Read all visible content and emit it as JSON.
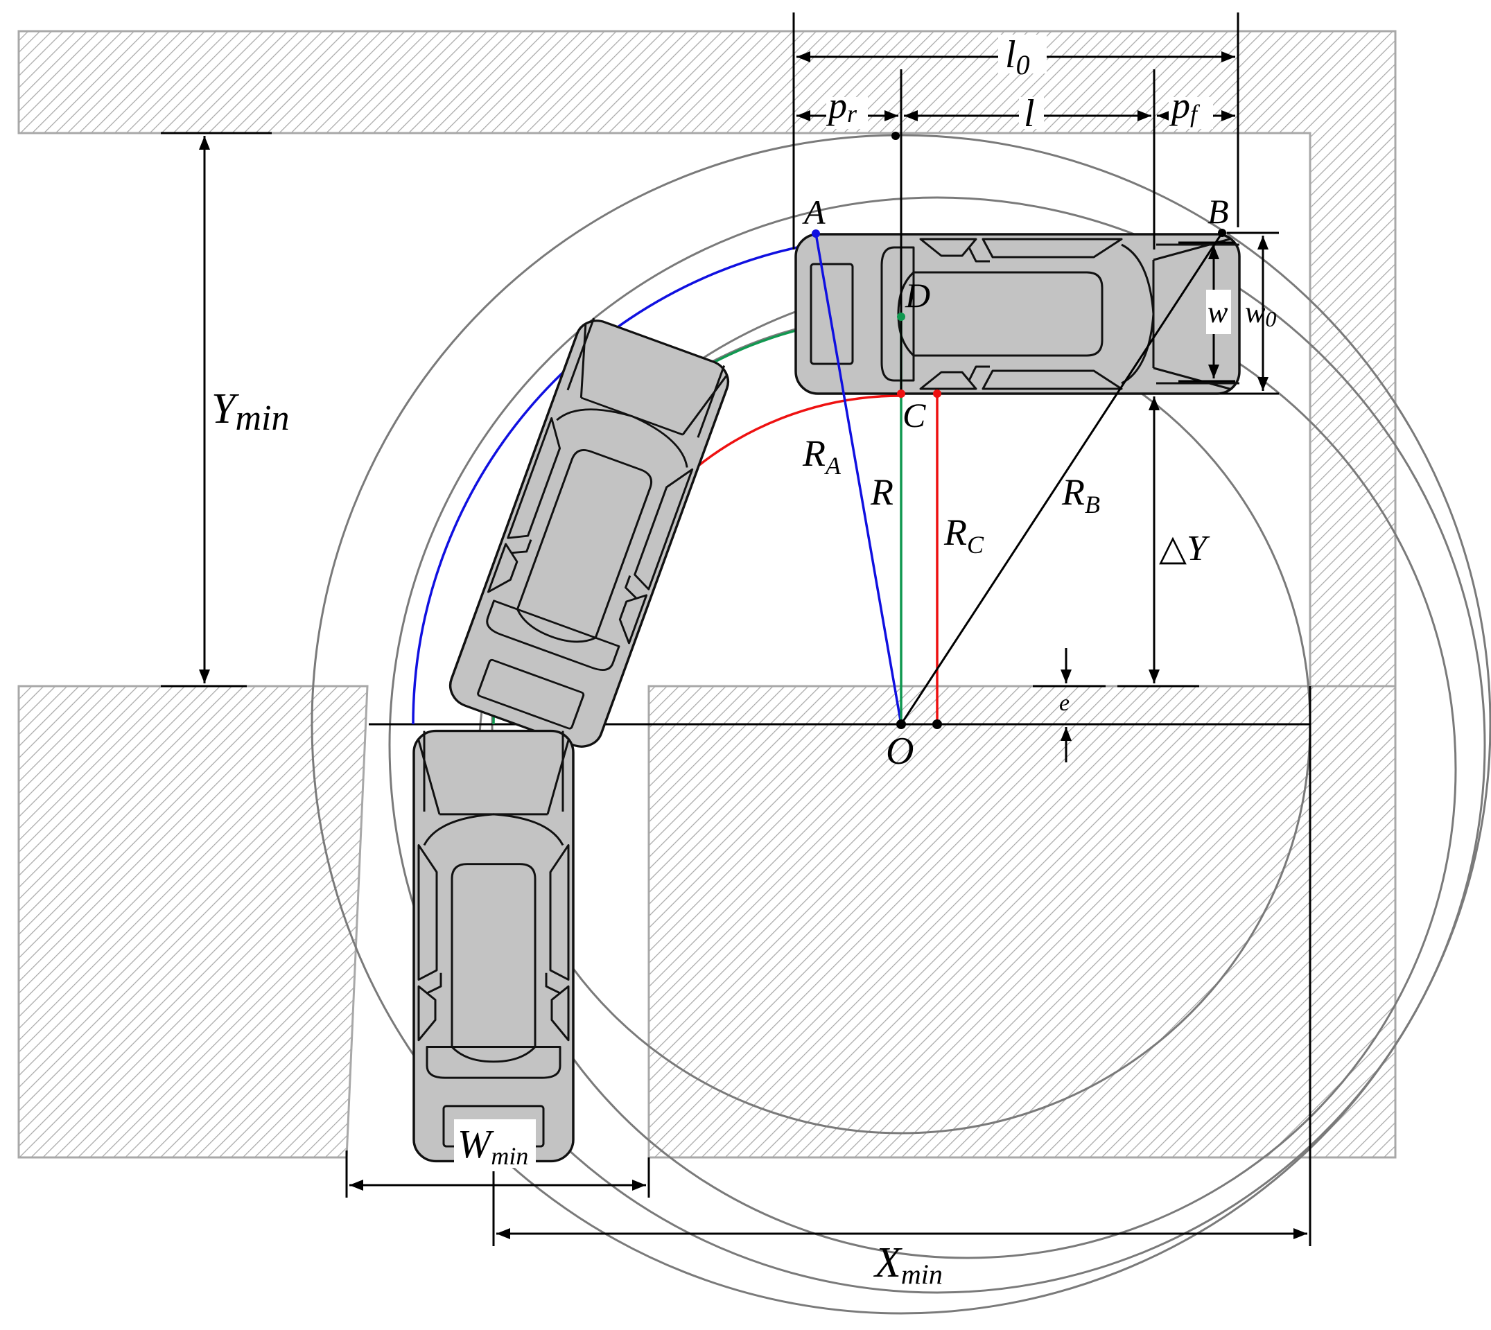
{
  "colors": {
    "radius_A": "#1010e0",
    "radius_D": "#109850",
    "radius_C": "#ee1111",
    "radius_B": "#000000",
    "car_fill": "#c3c3c3",
    "guide_circle": "#7a7a7a",
    "wall_hatch": "#a8a8a8"
  },
  "labels": {
    "l0": "l",
    "l0_sub": "0",
    "pr": "p",
    "pr_sub": "r",
    "l": "l",
    "pf": "p",
    "pf_sub": "f",
    "A": "A",
    "B": "B",
    "C": "C",
    "D": "D",
    "O": "O",
    "w": "w",
    "w0": "w",
    "w0_sub": "0",
    "RA": "R",
    "RA_sub": "A",
    "R": "R",
    "RC": "R",
    "RC_sub": "C",
    "RB": "R",
    "RB_sub": "B",
    "dY": "△Y",
    "e": "e",
    "Ymin": "Y",
    "Ymin_sub": "min",
    "Xmin": "X",
    "Xmin_sub": "min",
    "Wmin": "W",
    "Wmin_sub": "min"
  }
}
